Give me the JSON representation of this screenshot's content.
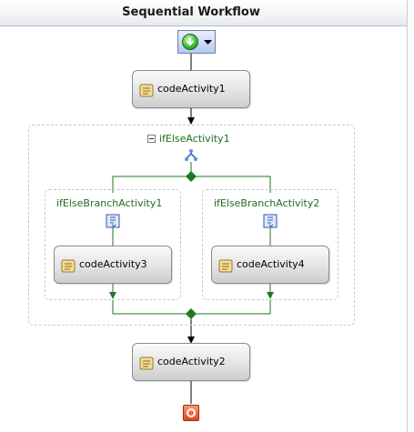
{
  "designer": {
    "title": "Sequential Workflow",
    "start_button": {
      "icon": "start-arrow-icon",
      "menu_icon": "chevron-down-icon"
    },
    "activities": {
      "code1": "codeActivity1",
      "code2": "codeActivity2",
      "code3": "codeActivity3",
      "code4": "codeActivity4"
    },
    "ifelse": {
      "label": "ifElseActivity1",
      "branches": [
        {
          "label": "ifElseBranchActivity1"
        },
        {
          "label": "ifElseBranchActivity2"
        }
      ]
    },
    "end_button": {
      "icon": "stop-icon"
    },
    "colors": {
      "connector_green": "#1e7a1e",
      "label_green": "#1e6e1e",
      "activity_border": "#8c8c8c"
    }
  }
}
